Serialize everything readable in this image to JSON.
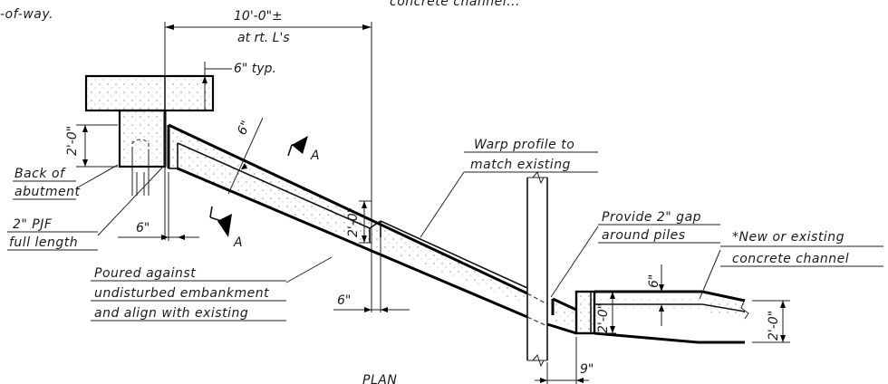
{
  "labels": {
    "row_fragment": "-of-way.",
    "top_fragment": "concrete channel...",
    "span_dim": "10'-0\"±",
    "span_dim_sub": "at rt. L's",
    "typ_dim": "6\" typ.",
    "two_ft_left": "2'-0\"",
    "back_of": "Back of",
    "abutment": "abutment",
    "pjf_1": "2\" PJF",
    "pjf_2": "full length",
    "six_in_a": "6\"",
    "six_in_slope": "6\"",
    "section_a_upper": "A",
    "section_a_lower": "A",
    "two_ft_mid": "2'-0\"",
    "warp_1": "Warp profile to",
    "warp_2": "match existing",
    "poured_1": "Poured against",
    "poured_2": "undisturbed embankment",
    "poured_3": "and align with existing",
    "six_in_b": "6\"",
    "provide_1": "Provide 2\" gap",
    "provide_2": "around piles",
    "new_channel_1": "*New or existing",
    "new_channel_2": "concrete channel",
    "six_in_right": "6\"",
    "two_ft_right_a": "2'-0\"",
    "two_ft_right_b": "2'-0\"",
    "nine_in": "9\"",
    "plan_title": "PLAN"
  }
}
